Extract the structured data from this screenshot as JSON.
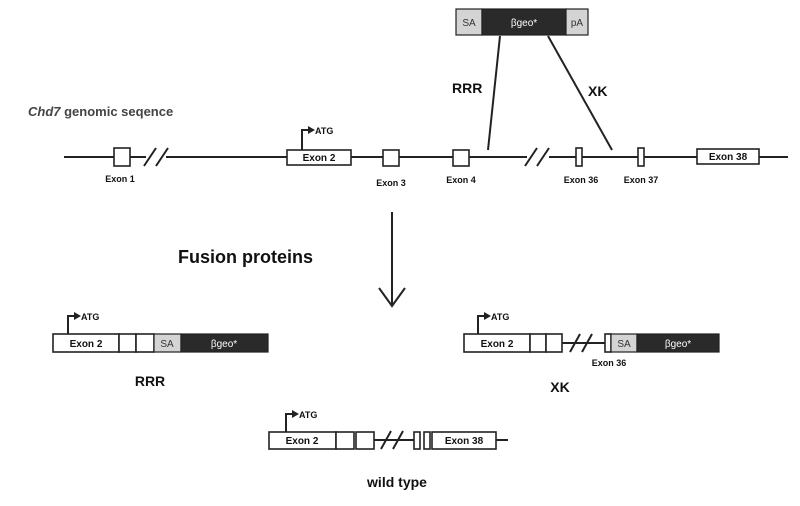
{
  "cassette": {
    "sa": "SA",
    "geo": "βgeo*",
    "pa": "pA"
  },
  "insertion_labels": {
    "rrr": "RRR",
    "xk": "XK"
  },
  "genomic": {
    "gene": "Chd7",
    "title_rest": " genomic seqence",
    "start_codon": "ATG",
    "exons": {
      "exon1": "Exon 1",
      "exon2": "Exon 2",
      "exon3": "Exon 3",
      "exon4": "Exon 4",
      "exon36": "Exon 36",
      "exon37": "Exon 37",
      "exon38": "Exon 38"
    }
  },
  "fusion_title": "Fusion proteins",
  "products": {
    "rrr": {
      "start_codon": "ATG",
      "exon": "Exon 2",
      "sa": "SA",
      "geo": "βgeo*",
      "name": "RRR"
    },
    "xk": {
      "start_codon": "ATG",
      "exon": "Exon 2",
      "exon36": "Exon 36",
      "sa": "SA",
      "geo": "βgeo*",
      "name": "XK"
    },
    "wild_type": {
      "start_codon": "ATG",
      "exon": "Exon 2",
      "exon38": "Exon 38",
      "name": "wild type"
    }
  }
}
